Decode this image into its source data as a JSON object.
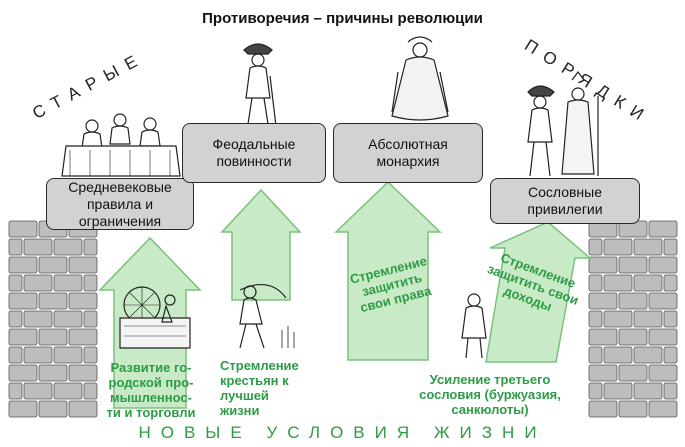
{
  "title": "Противоречия – причины революции",
  "ribbon_left": "СТАРЫЕ",
  "ribbon_right": "ПОРЯДКИ",
  "boxes": {
    "medieval": "Средневековые\nправила и\nограничения",
    "feudal": "Феодальные\nповинности",
    "absolute": "Абсолютная\nмонархия",
    "estate": "Сословные\nпривилегии"
  },
  "arrow_labels": {
    "protect_rights": "Стремление\nзащитить\nсвои права",
    "protect_income": "Стремление\nзащитить свои\nдоходы"
  },
  "bottom_labels": {
    "industry": "Развитие го-\nродской про-\nмышленнос-\nти и торговли",
    "peasants": "Стремление\nкрестьян к\nлучшей\nжизни",
    "third_estate": "Усиление третьего\nсословия (буржуазия,\nсанкюлоты)"
  },
  "footer": "НОВЫЕ  УСЛОВИЯ  ЖИЗНИ",
  "colors": {
    "arrow_fill": "#c8eac6",
    "arrow_stroke": "#7cc07c",
    "green_text": "#2e9b47",
    "box_fill": "#d2d2d2",
    "brick": "#bdbdbd"
  }
}
